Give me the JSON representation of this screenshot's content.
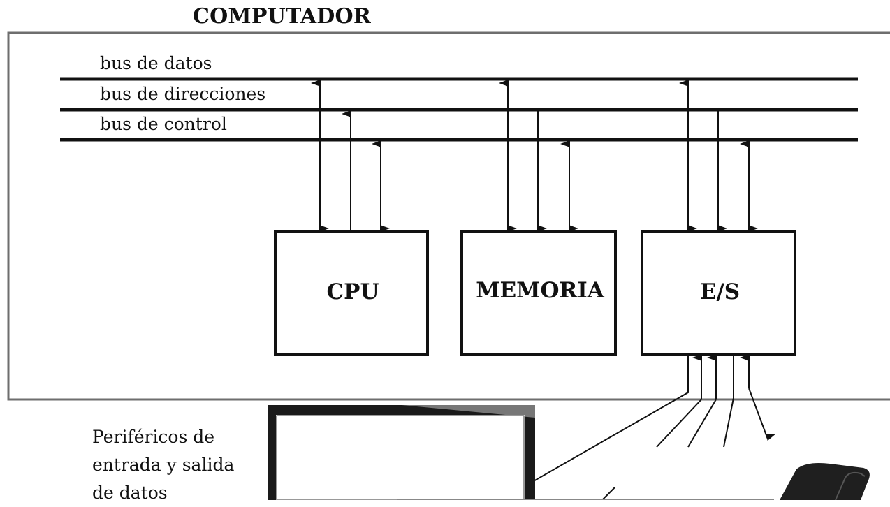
{
  "title": "COMPUTADOR",
  "buses": [
    {
      "label": "bus de datos"
    },
    {
      "label": "bus de direcciones"
    },
    {
      "label": "bus de control"
    }
  ],
  "components": [
    {
      "label": "CPU"
    },
    {
      "label": "MEMORIA"
    },
    {
      "label": "E/S"
    }
  ],
  "peripherals_caption": [
    "Periféricos de",
    "entrada y salida",
    "de datos"
  ],
  "colors": {
    "line": "#111111",
    "frame": "#6e6e6e",
    "monitor": "#1a1a1a"
  }
}
